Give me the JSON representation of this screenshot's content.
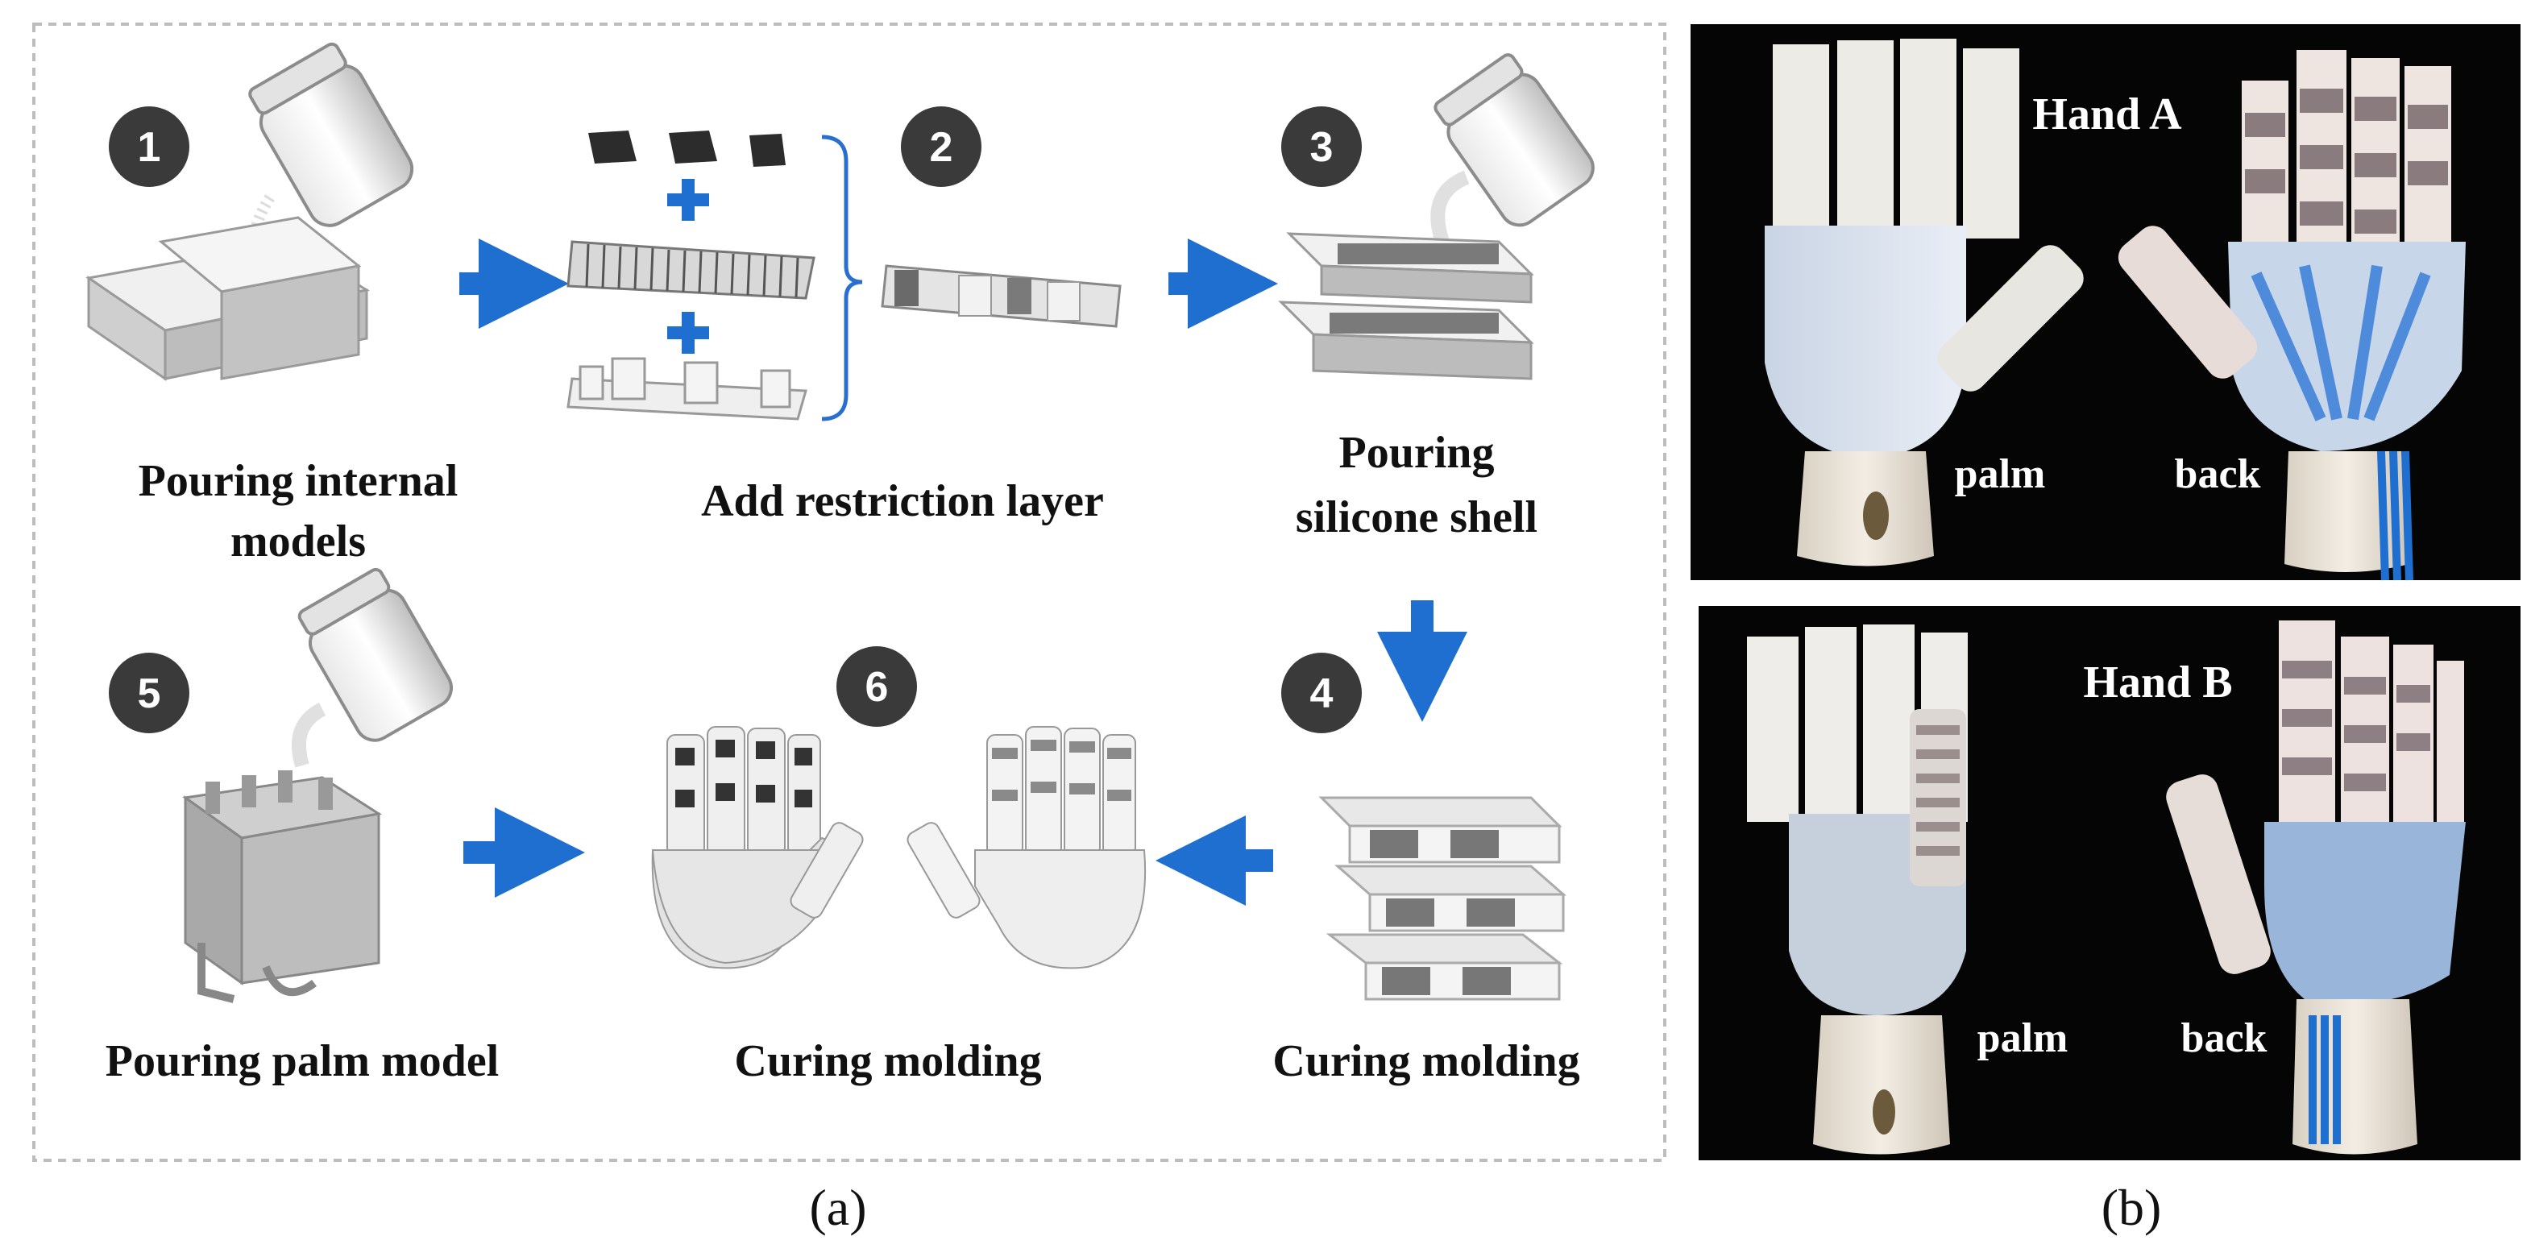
{
  "steps": [
    {
      "num": "1",
      "label_lines": [
        "Pouring internal",
        "models"
      ]
    },
    {
      "num": "2",
      "label_lines": [
        "Add restriction layer"
      ]
    },
    {
      "num": "3",
      "label_lines": [
        "Pouring",
        "silicone shell"
      ]
    },
    {
      "num": "4",
      "label_lines": [
        "Curing molding"
      ]
    },
    {
      "num": "5",
      "label_lines": [
        "Pouring palm model"
      ]
    },
    {
      "num": "6",
      "label_lines": [
        "Curing molding"
      ]
    }
  ],
  "photos": {
    "hand_a": {
      "title": "Hand A",
      "palm": "palm",
      "back": "back"
    },
    "hand_b": {
      "title": "Hand B",
      "palm": "palm",
      "back": "back"
    }
  },
  "captions": {
    "a": "(a)",
    "b": "(b)"
  },
  "colors": {
    "arrow": "#1f6fd1",
    "circle": "#3a3a3a",
    "photo_bg": "#050505",
    "plus": "#1f6fd1",
    "bracket": "#2a6fd0",
    "frame": "#bdbdbd"
  }
}
